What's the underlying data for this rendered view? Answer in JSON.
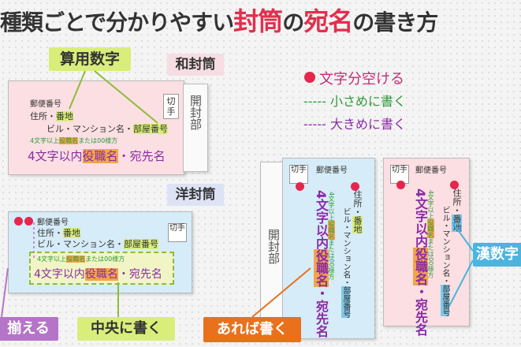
{
  "title": {
    "part1": "種類ごとで分かりやすい",
    "part2": "封筒",
    "part3": "の",
    "part4": "宛名",
    "part5": "の書き方"
  },
  "labels": {
    "sanyo": "算用数字",
    "wafuto": "和封筒",
    "yofuto": "洋封筒",
    "kanji": "漢数字",
    "soroeru": "揃える",
    "chuo": "中央に書く",
    "areba": "あれば書く"
  },
  "legend": {
    "dot_text": "文字分空ける",
    "small": "----- 小さめに書く",
    "large": "----- 大きめに書く"
  },
  "env": {
    "zip": "郵便番号",
    "addr_prefix": "住所・",
    "addr_num": "番地",
    "bldg": "ビル・マンション名・",
    "room": "部屋番号",
    "small_pre": "4文字以上",
    "small_yaku": "役職名",
    "small_post": "または00様方",
    "name_pre": "4文字以内",
    "name_yaku": "役職名",
    "name_post": "・宛先名",
    "stamp": "切手",
    "kaifu": "開封部",
    "v_addr": "住所・",
    "v_num": "番地",
    "v_bldg": "ビル・マンション名・",
    "v_room": "部屋番号",
    "v_small_pre": "4文字以上",
    "v_small_yaku": "役職名",
    "v_small_post": "または00様方",
    "v_name_pre": "4文字以内",
    "v_name_yaku": "役職名",
    "v_name_post": "・宛先名"
  },
  "colors": {
    "title_red": "#e0304d",
    "highlight_green": "#d9ee7a",
    "highlight_orange": "#f2a54a",
    "highlight_blue": "#7fc7e8",
    "dot_red": "#e5264d",
    "small_green": "#2e9a3a",
    "large_purple": "#8a2aa6"
  }
}
